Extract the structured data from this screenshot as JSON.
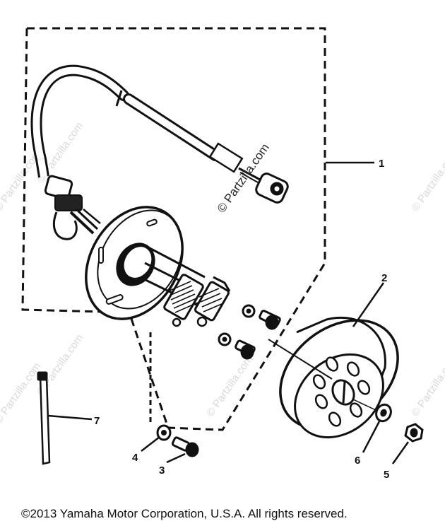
{
  "callouts": [
    {
      "id": "1",
      "text": "1"
    },
    {
      "id": "2",
      "text": "2"
    },
    {
      "id": "3",
      "text": "3"
    },
    {
      "id": "4",
      "text": "4"
    },
    {
      "id": "5",
      "text": "5"
    },
    {
      "id": "6",
      "text": "6"
    },
    {
      "id": "7",
      "text": "7"
    }
  ],
  "watermark": "© Partzilla.com",
  "copyright": "©2013  Yamaha Motor Corporation, U.S.A. All rights reserved."
}
